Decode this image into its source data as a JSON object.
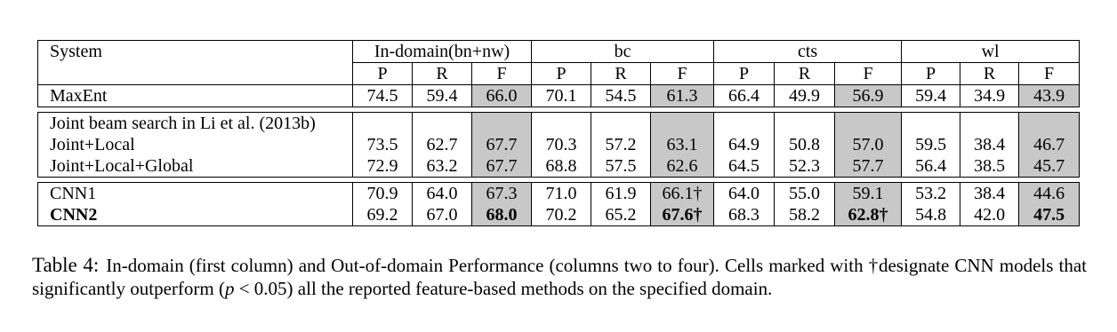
{
  "table": {
    "system_header": "System",
    "groups": [
      "In-domain(bn+nw)",
      "bc",
      "cts",
      "wl"
    ],
    "metrics": [
      "P",
      "R",
      "F"
    ],
    "sections": [
      {
        "rows": [
          {
            "system": "MaxEnt",
            "values": [
              "74.5",
              "59.4",
              "66.0",
              "70.1",
              "54.5",
              "61.3",
              "66.4",
              "49.9",
              "56.9",
              "59.4",
              "34.9",
              "43.9"
            ],
            "bold": false
          }
        ]
      },
      {
        "header": "Joint beam search in Li et al. (2013b)",
        "rows": [
          {
            "system": "Joint+Local",
            "values": [
              "73.5",
              "62.7",
              "67.7",
              "70.3",
              "57.2",
              "63.1",
              "64.9",
              "50.8",
              "57.0",
              "59.5",
              "38.4",
              "46.7"
            ],
            "bold": false
          },
          {
            "system": "Joint+Local+Global",
            "values": [
              "72.9",
              "63.2",
              "67.7",
              "68.8",
              "57.5",
              "62.6",
              "64.5",
              "52.3",
              "57.7",
              "56.4",
              "38.5",
              "45.7"
            ],
            "bold": false
          }
        ]
      },
      {
        "rows": [
          {
            "system": "CNN1",
            "values": [
              "70.9",
              "64.0",
              "67.3",
              "71.0",
              "61.9",
              "66.1†",
              "64.0",
              "55.0",
              "59.1",
              "53.2",
              "38.4",
              "44.6"
            ],
            "bold": false
          },
          {
            "system": "CNN2",
            "values": [
              "69.2",
              "67.0",
              "68.0",
              "70.2",
              "65.2",
              "67.6†",
              "68.3",
              "58.2",
              "62.8†",
              "54.8",
              "42.0",
              "47.5"
            ],
            "bold": true
          }
        ]
      }
    ]
  },
  "caption": {
    "label": "Table 4:",
    "text_before_p": "In-domain (first column) and Out-of-domain Performance (columns two to four). Cells marked with †designate CNN models that significantly outperform (",
    "p_var": "p",
    "p_rel": " < 0.05",
    "text_after_p": ") all the reported feature-based methods on the specified domain."
  }
}
